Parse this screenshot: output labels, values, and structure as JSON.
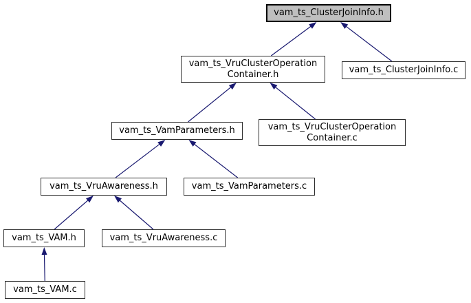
{
  "diagram": {
    "kind": "include-dependency-graph",
    "colors": {
      "background": "#ffffff",
      "edge": "#191970",
      "node_fill": "#ffffff",
      "node_border": "#2e2e2e",
      "highlight_fill": "#bfbfbf",
      "highlight_border": "#000000",
      "text": "#000000"
    },
    "nodes": [
      {
        "id": "vam_ts_ClusterJoinInfo_h",
        "label": "vam_ts_ClusterJoinInfo.h",
        "highlighted": true
      },
      {
        "id": "vam_ts_VruClusterOperationContainer_h",
        "label": "vam_ts_VruClusterOperation\nContainer.h",
        "highlighted": false
      },
      {
        "id": "vam_ts_ClusterJoinInfo_c",
        "label": "vam_ts_ClusterJoinInfo.c",
        "highlighted": false
      },
      {
        "id": "vam_ts_VamParameters_h",
        "label": "vam_ts_VamParameters.h",
        "highlighted": false
      },
      {
        "id": "vam_ts_VruClusterOperationContainer_c",
        "label": "vam_ts_VruClusterOperation\nContainer.c",
        "highlighted": false
      },
      {
        "id": "vam_ts_VruAwareness_h",
        "label": "vam_ts_VruAwareness.h",
        "highlighted": false
      },
      {
        "id": "vam_ts_VamParameters_c",
        "label": "vam_ts_VamParameters.c",
        "highlighted": false
      },
      {
        "id": "vam_ts_VAM_h",
        "label": "vam_ts_VAM.h",
        "highlighted": false
      },
      {
        "id": "vam_ts_VruAwareness_c",
        "label": "vam_ts_VruAwareness.c",
        "highlighted": false
      },
      {
        "id": "vam_ts_VAM_c",
        "label": "vam_ts_VAM.c",
        "highlighted": false
      }
    ],
    "edges": [
      {
        "from": "vam_ts_VruClusterOperationContainer_h",
        "to": "vam_ts_ClusterJoinInfo_h"
      },
      {
        "from": "vam_ts_ClusterJoinInfo_c",
        "to": "vam_ts_ClusterJoinInfo_h"
      },
      {
        "from": "vam_ts_VamParameters_h",
        "to": "vam_ts_VruClusterOperationContainer_h"
      },
      {
        "from": "vam_ts_VruClusterOperationContainer_c",
        "to": "vam_ts_VruClusterOperationContainer_h"
      },
      {
        "from": "vam_ts_VruAwareness_h",
        "to": "vam_ts_VamParameters_h"
      },
      {
        "from": "vam_ts_VamParameters_c",
        "to": "vam_ts_VamParameters_h"
      },
      {
        "from": "vam_ts_VAM_h",
        "to": "vam_ts_VruAwareness_h"
      },
      {
        "from": "vam_ts_VruAwareness_c",
        "to": "vam_ts_VruAwareness_h"
      },
      {
        "from": "vam_ts_VAM_c",
        "to": "vam_ts_VAM_h"
      }
    ]
  }
}
